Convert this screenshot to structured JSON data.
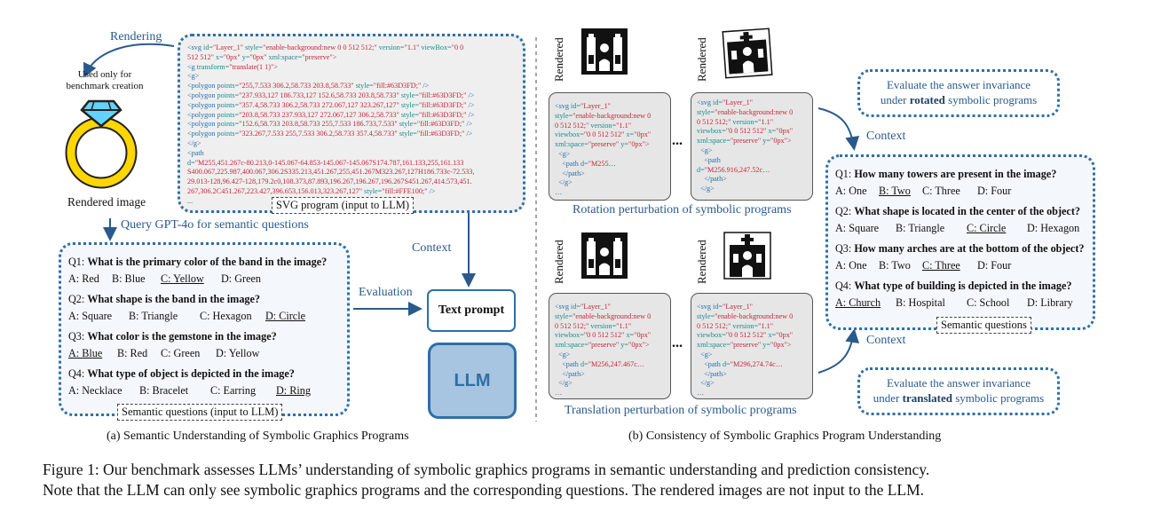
{
  "left": {
    "rendering_label": "Rendering",
    "used_only_label_1": "Used only for",
    "used_only_label_2": "benchmark creation",
    "rendered_image_label": "Rendered image",
    "query_label": "Query GPT-4o for semantic questions",
    "svg_box_label": "SVG program (input to LLM)",
    "svg_code": [
      {
        "p": [
          [
            "t",
            "<svg "
          ],
          [
            "a",
            "id="
          ],
          [
            "v",
            "\"Layer_1\" "
          ],
          [
            "a",
            "style="
          ],
          [
            "v",
            "\"enable-background:new 0 0 512 512;\" "
          ],
          [
            "a",
            "version="
          ],
          [
            "v",
            "\"1.1\" "
          ],
          [
            "a",
            "viewBox="
          ],
          [
            "v",
            "\"0 0"
          ]
        ]
      },
      {
        "p": [
          [
            "v",
            "512 512\" "
          ],
          [
            "a",
            "x="
          ],
          [
            "v",
            "\"0px\" "
          ],
          [
            "a",
            "y="
          ],
          [
            "v",
            "\"0px\" "
          ],
          [
            "a",
            "xml:space="
          ],
          [
            "v",
            "\"preserve\">"
          ]
        ]
      },
      {
        "p": [
          [
            "t",
            "<g "
          ],
          [
            "a",
            "transform="
          ],
          [
            "v",
            "\"translate(1 1)\">"
          ]
        ]
      },
      {
        "p": [
          [
            "t",
            "<g>"
          ]
        ]
      },
      {
        "p": [
          [
            "t",
            "<polygon "
          ],
          [
            "a",
            "points="
          ],
          [
            "v",
            "\"255,7.533 306.2,58.733 203.8,58.733\" "
          ],
          [
            "a",
            "style="
          ],
          [
            "v",
            "\"fill:#63D3FD;\" "
          ],
          [
            "t",
            "/>"
          ]
        ]
      },
      {
        "p": [
          [
            "t",
            "<polygon "
          ],
          [
            "a",
            "points="
          ],
          [
            "v",
            "\"237.933,127 186.733,127 152.6,58.733 203.8,58.733\" "
          ],
          [
            "a",
            "style="
          ],
          [
            "v",
            "\"fill:#63D3FD;\" "
          ],
          [
            "t",
            "/>"
          ]
        ]
      },
      {
        "p": [
          [
            "t",
            "<polygon "
          ],
          [
            "a",
            "points="
          ],
          [
            "v",
            "\"357.4,58.733 306.2,58.733 272.067,127 323.267,127\" "
          ],
          [
            "a",
            "style="
          ],
          [
            "v",
            "\"fill:#63D3FD;\" "
          ],
          [
            "t",
            "/>"
          ]
        ]
      },
      {
        "p": [
          [
            "t",
            "<polygon "
          ],
          [
            "a",
            "points="
          ],
          [
            "v",
            "\"203.8,58.733 237.933,127 272.067,127 306.2,58.733\" "
          ],
          [
            "a",
            "style="
          ],
          [
            "v",
            "\"fill:#63D3FD;\" "
          ],
          [
            "t",
            "/>"
          ]
        ]
      },
      {
        "p": [
          [
            "t",
            "<polygon "
          ],
          [
            "a",
            "points="
          ],
          [
            "v",
            "\"152.6,58.733 203.8,58.733 255,7.533 186.733,7.533\" "
          ],
          [
            "a",
            "style="
          ],
          [
            "v",
            "\"fill:#63D3FD;\" "
          ],
          [
            "t",
            "/>"
          ]
        ]
      },
      {
        "p": [
          [
            "t",
            "<polygon "
          ],
          [
            "a",
            "points="
          ],
          [
            "v",
            "\"323.267,7.533 255,7.533 306.2,58.733 357.4,58.733\" "
          ],
          [
            "a",
            "style="
          ],
          [
            "v",
            "\"fill:#63D3FD;\" "
          ],
          [
            "t",
            "/>"
          ]
        ]
      },
      {
        "p": [
          [
            "t",
            "</g>"
          ]
        ]
      },
      {
        "p": [
          [
            "t",
            "<path"
          ]
        ]
      },
      {
        "p": [
          [
            "a",
            "d="
          ],
          [
            "v",
            "\"M255,451.267c-80.213,0-145.067-64.853-145.067-145.067S174.787,161.133,255,161.133"
          ]
        ]
      },
      {
        "p": [
          [
            "v",
            "S400.067,225.987,400.067,306.2S335.213,451.267,255,451.267M323.267,127H186.733c-72.533,"
          ]
        ]
      },
      {
        "p": [
          [
            "v",
            "29.013-128,96.427-128,179.2c0,108.373,87.893,196.267,196.267,196.267S451.267,414.573,451."
          ]
        ]
      },
      {
        "p": [
          [
            "v",
            "267,306.2C451.267,223.427,396.653,156.013,323.267,127\" "
          ],
          [
            "a",
            "style="
          ],
          [
            "v",
            "\"fill:#FFE100;\" "
          ],
          [
            "t",
            "/>"
          ]
        ]
      },
      {
        "p": [
          [
            "t",
            "..."
          ]
        ]
      }
    ],
    "context_label": "Context",
    "evaluation_label": "Evaluation",
    "text_prompt_label": "Text prompt",
    "llm_label": "LLM",
    "questions_box_label": "Semantic questions (input to LLM)",
    "questions": [
      {
        "num": "Q1:",
        "text": "What is the primary color of the band in the image?",
        "options": [
          "A: Red",
          "B: Blue",
          "C: Yellow",
          "D: Green"
        ],
        "answer": 2
      },
      {
        "num": "Q2:",
        "text": "What shape is the band in the image?",
        "options": [
          "A: Square",
          "B: Triangle",
          "C: Hexagon",
          "D: Circle"
        ],
        "answer": 3
      },
      {
        "num": "Q3:",
        "text": "What color is the gemstone in the image?",
        "options": [
          "A: Blue",
          "B: Red",
          "C: Green",
          "D: Yellow"
        ],
        "answer": 0
      },
      {
        "num": "Q4:",
        "text": "What type of object is depicted in the image?",
        "options": [
          "A: Necklace",
          "B: Bracelet",
          "C: Earring",
          "D: Ring"
        ],
        "answer": 3
      }
    ],
    "caption": "(a) Semantic Understanding of Symbolic Graphics Programs"
  },
  "right": {
    "rendered_label": "Rendered",
    "rotation_caption": "Rotation perturbation of symbolic programs",
    "translation_caption": "Translation perturbation of symbolic programs",
    "ellipsis": "...",
    "rot_code_1": [
      {
        "p": [
          [
            "t",
            "<svg "
          ],
          [
            "a",
            "id="
          ],
          [
            "v",
            "\"Layer_1\""
          ]
        ]
      },
      {
        "p": [
          [
            "a",
            "style="
          ],
          [
            "v",
            "\"enable-background:new 0"
          ]
        ]
      },
      {
        "p": [
          [
            "v",
            "0 512 512;\" "
          ],
          [
            "a",
            "version="
          ],
          [
            "v",
            "\"1.1\""
          ]
        ]
      },
      {
        "p": [
          [
            "a",
            "viewbox="
          ],
          [
            "v",
            "\"0 0 512 512\" "
          ],
          [
            "a",
            "x="
          ],
          [
            "v",
            "\"0px\""
          ]
        ]
      },
      {
        "p": [
          [
            "a",
            "xml:space="
          ],
          [
            "v",
            "\"preserve\" "
          ],
          [
            "a",
            "y="
          ],
          [
            "v",
            "\"0px\">"
          ]
        ]
      },
      {
        "p": [
          [
            "t",
            "  <g>"
          ]
        ]
      },
      {
        "p": [
          [
            "t",
            "    <path "
          ],
          [
            "a",
            "d="
          ],
          [
            "v",
            "\"M255…"
          ]
        ]
      },
      {
        "p": [
          [
            "t",
            "    </path>"
          ]
        ]
      },
      {
        "p": [
          [
            "t",
            "  </g>"
          ]
        ]
      },
      {
        "p": [
          [
            "t",
            "…"
          ]
        ]
      }
    ],
    "rot_code_2": [
      {
        "p": [
          [
            "t",
            "<svg "
          ],
          [
            "a",
            "id="
          ],
          [
            "v",
            "\"Layer_1\""
          ]
        ]
      },
      {
        "p": [
          [
            "a",
            "style="
          ],
          [
            "v",
            "\"enable-background:new 0"
          ]
        ]
      },
      {
        "p": [
          [
            "v",
            "0 512 512;\" "
          ],
          [
            "a",
            "version="
          ],
          [
            "v",
            "\"1.1\""
          ]
        ]
      },
      {
        "p": [
          [
            "a",
            "viewbox="
          ],
          [
            "v",
            "\"0 0 512 512\" "
          ],
          [
            "a",
            "x="
          ],
          [
            "v",
            "\"0px\""
          ]
        ]
      },
      {
        "p": [
          [
            "a",
            "xml:space="
          ],
          [
            "v",
            "\"preserve\" "
          ],
          [
            "a",
            "y="
          ],
          [
            "v",
            "\"0px\">"
          ]
        ]
      },
      {
        "p": [
          [
            "t",
            "  <g>"
          ]
        ]
      },
      {
        "p": [
          [
            "t",
            "    <path"
          ]
        ]
      },
      {
        "p": [
          [
            "a",
            "d="
          ],
          [
            "v",
            "\"M256.916,247.52c…"
          ]
        ]
      },
      {
        "p": [
          [
            "t",
            "    </path>"
          ]
        ]
      },
      {
        "p": [
          [
            "t",
            "  </g>"
          ]
        ]
      },
      {
        "p": [
          [
            "t",
            "…"
          ]
        ]
      }
    ],
    "trans_code_1": [
      {
        "p": [
          [
            "t",
            "<svg "
          ],
          [
            "a",
            "id="
          ],
          [
            "v",
            "\"Layer_1\""
          ]
        ]
      },
      {
        "p": [
          [
            "a",
            "style="
          ],
          [
            "v",
            "\"enable-background:new 0"
          ]
        ]
      },
      {
        "p": [
          [
            "v",
            "0 512 512;\" "
          ],
          [
            "a",
            "version="
          ],
          [
            "v",
            "\"1.1\""
          ]
        ]
      },
      {
        "p": [
          [
            "a",
            "viewbox="
          ],
          [
            "v",
            "\"0 0 512 512\" "
          ],
          [
            "a",
            "x="
          ],
          [
            "v",
            "\"0px\""
          ]
        ]
      },
      {
        "p": [
          [
            "a",
            "xml:space="
          ],
          [
            "v",
            "\"preserve\" "
          ],
          [
            "a",
            "y="
          ],
          [
            "v",
            "\"0px\">"
          ]
        ]
      },
      {
        "p": [
          [
            "t",
            "  <g>"
          ]
        ]
      },
      {
        "p": [
          [
            "t",
            "    <path "
          ],
          [
            "a",
            "d="
          ],
          [
            "v",
            "\"M256,247.467c…"
          ]
        ]
      },
      {
        "p": [
          [
            "t",
            "    </path>"
          ]
        ]
      },
      {
        "p": [
          [
            "t",
            "  </g>"
          ]
        ]
      },
      {
        "p": [
          [
            "t",
            "…"
          ]
        ]
      }
    ],
    "trans_code_2": [
      {
        "p": [
          [
            "t",
            "<svg "
          ],
          [
            "a",
            "id="
          ],
          [
            "v",
            "\"Layer_1\""
          ]
        ]
      },
      {
        "p": [
          [
            "a",
            "style="
          ],
          [
            "v",
            "\"enable-background:new 0"
          ]
        ]
      },
      {
        "p": [
          [
            "v",
            "0 512 512;\" "
          ],
          [
            "a",
            "version="
          ],
          [
            "v",
            "\"1.1\""
          ]
        ]
      },
      {
        "p": [
          [
            "a",
            "viewbox="
          ],
          [
            "v",
            "\"0 0 512 512\" "
          ],
          [
            "a",
            "x="
          ],
          [
            "v",
            "\"0px\""
          ]
        ]
      },
      {
        "p": [
          [
            "a",
            "xml:space="
          ],
          [
            "v",
            "\"preserve\" "
          ],
          [
            "a",
            "y="
          ],
          [
            "v",
            "\"0px\">"
          ]
        ]
      },
      {
        "p": [
          [
            "t",
            "  <g>"
          ]
        ]
      },
      {
        "p": [
          [
            "t",
            "    <path "
          ],
          [
            "a",
            "d="
          ],
          [
            "v",
            "\"M296,274.74c…"
          ]
        ]
      },
      {
        "p": [
          [
            "t",
            "    </path>"
          ]
        ]
      },
      {
        "p": [
          [
            "t",
            "  </g>"
          ]
        ]
      },
      {
        "p": [
          [
            "t",
            "…"
          ]
        ]
      }
    ],
    "eval_rotated_1": "Evaluate the answer invariance",
    "eval_rotated_pre": "under ",
    "eval_rotated_bold": "rotated",
    "eval_rotated_post": " symbolic programs",
    "eval_translated_1": "Evaluate the answer invariance",
    "eval_translated_pre": "under ",
    "eval_translated_bold": "translated",
    "eval_translated_post": " symbolic programs",
    "context_top": "Context",
    "context_bottom": "Context",
    "questions_box_label": "Semantic questions",
    "questions": [
      {
        "num": "Q1:",
        "text": "How many towers are present in the image?",
        "options": [
          "A: One",
          "B: Two",
          "C: Three",
          "D: Four"
        ],
        "answer": 1
      },
      {
        "num": "Q2:",
        "text": "What shape is located in the center of the object?",
        "options": [
          "A: Square",
          "B: Triangle",
          "C: Circle",
          "D: Hexagon"
        ],
        "answer": 2
      },
      {
        "num": "Q3:",
        "text": "How many arches are at the bottom of the object?",
        "options": [
          "A: One",
          "B: Two",
          "C: Three",
          "D: Four"
        ],
        "answer": 2
      },
      {
        "num": "Q4:",
        "text": "What type of building is depicted in the image?",
        "options": [
          "A: Church",
          "B: Hospital",
          "C: School",
          "D: Library"
        ],
        "answer": 0
      }
    ],
    "caption": "(b) Consistency of Symbolic Graphics Program Understanding"
  },
  "figure_caption_1": "Figure 1: Our benchmark assesses LLMs’ understanding of symbolic graphics programs in semantic understanding and prediction consistency.",
  "figure_caption_2": "Note that the LLM can only see symbolic graphics programs and the corresponding questions. The rendered images are not input to the LLM.",
  "colors": {
    "accent": "#2e6fa6",
    "llm_fill": "#a7c4e0",
    "code_tag": "#2a6fa8",
    "code_attr": "#1f8a8a",
    "code_val": "#c2273b"
  }
}
